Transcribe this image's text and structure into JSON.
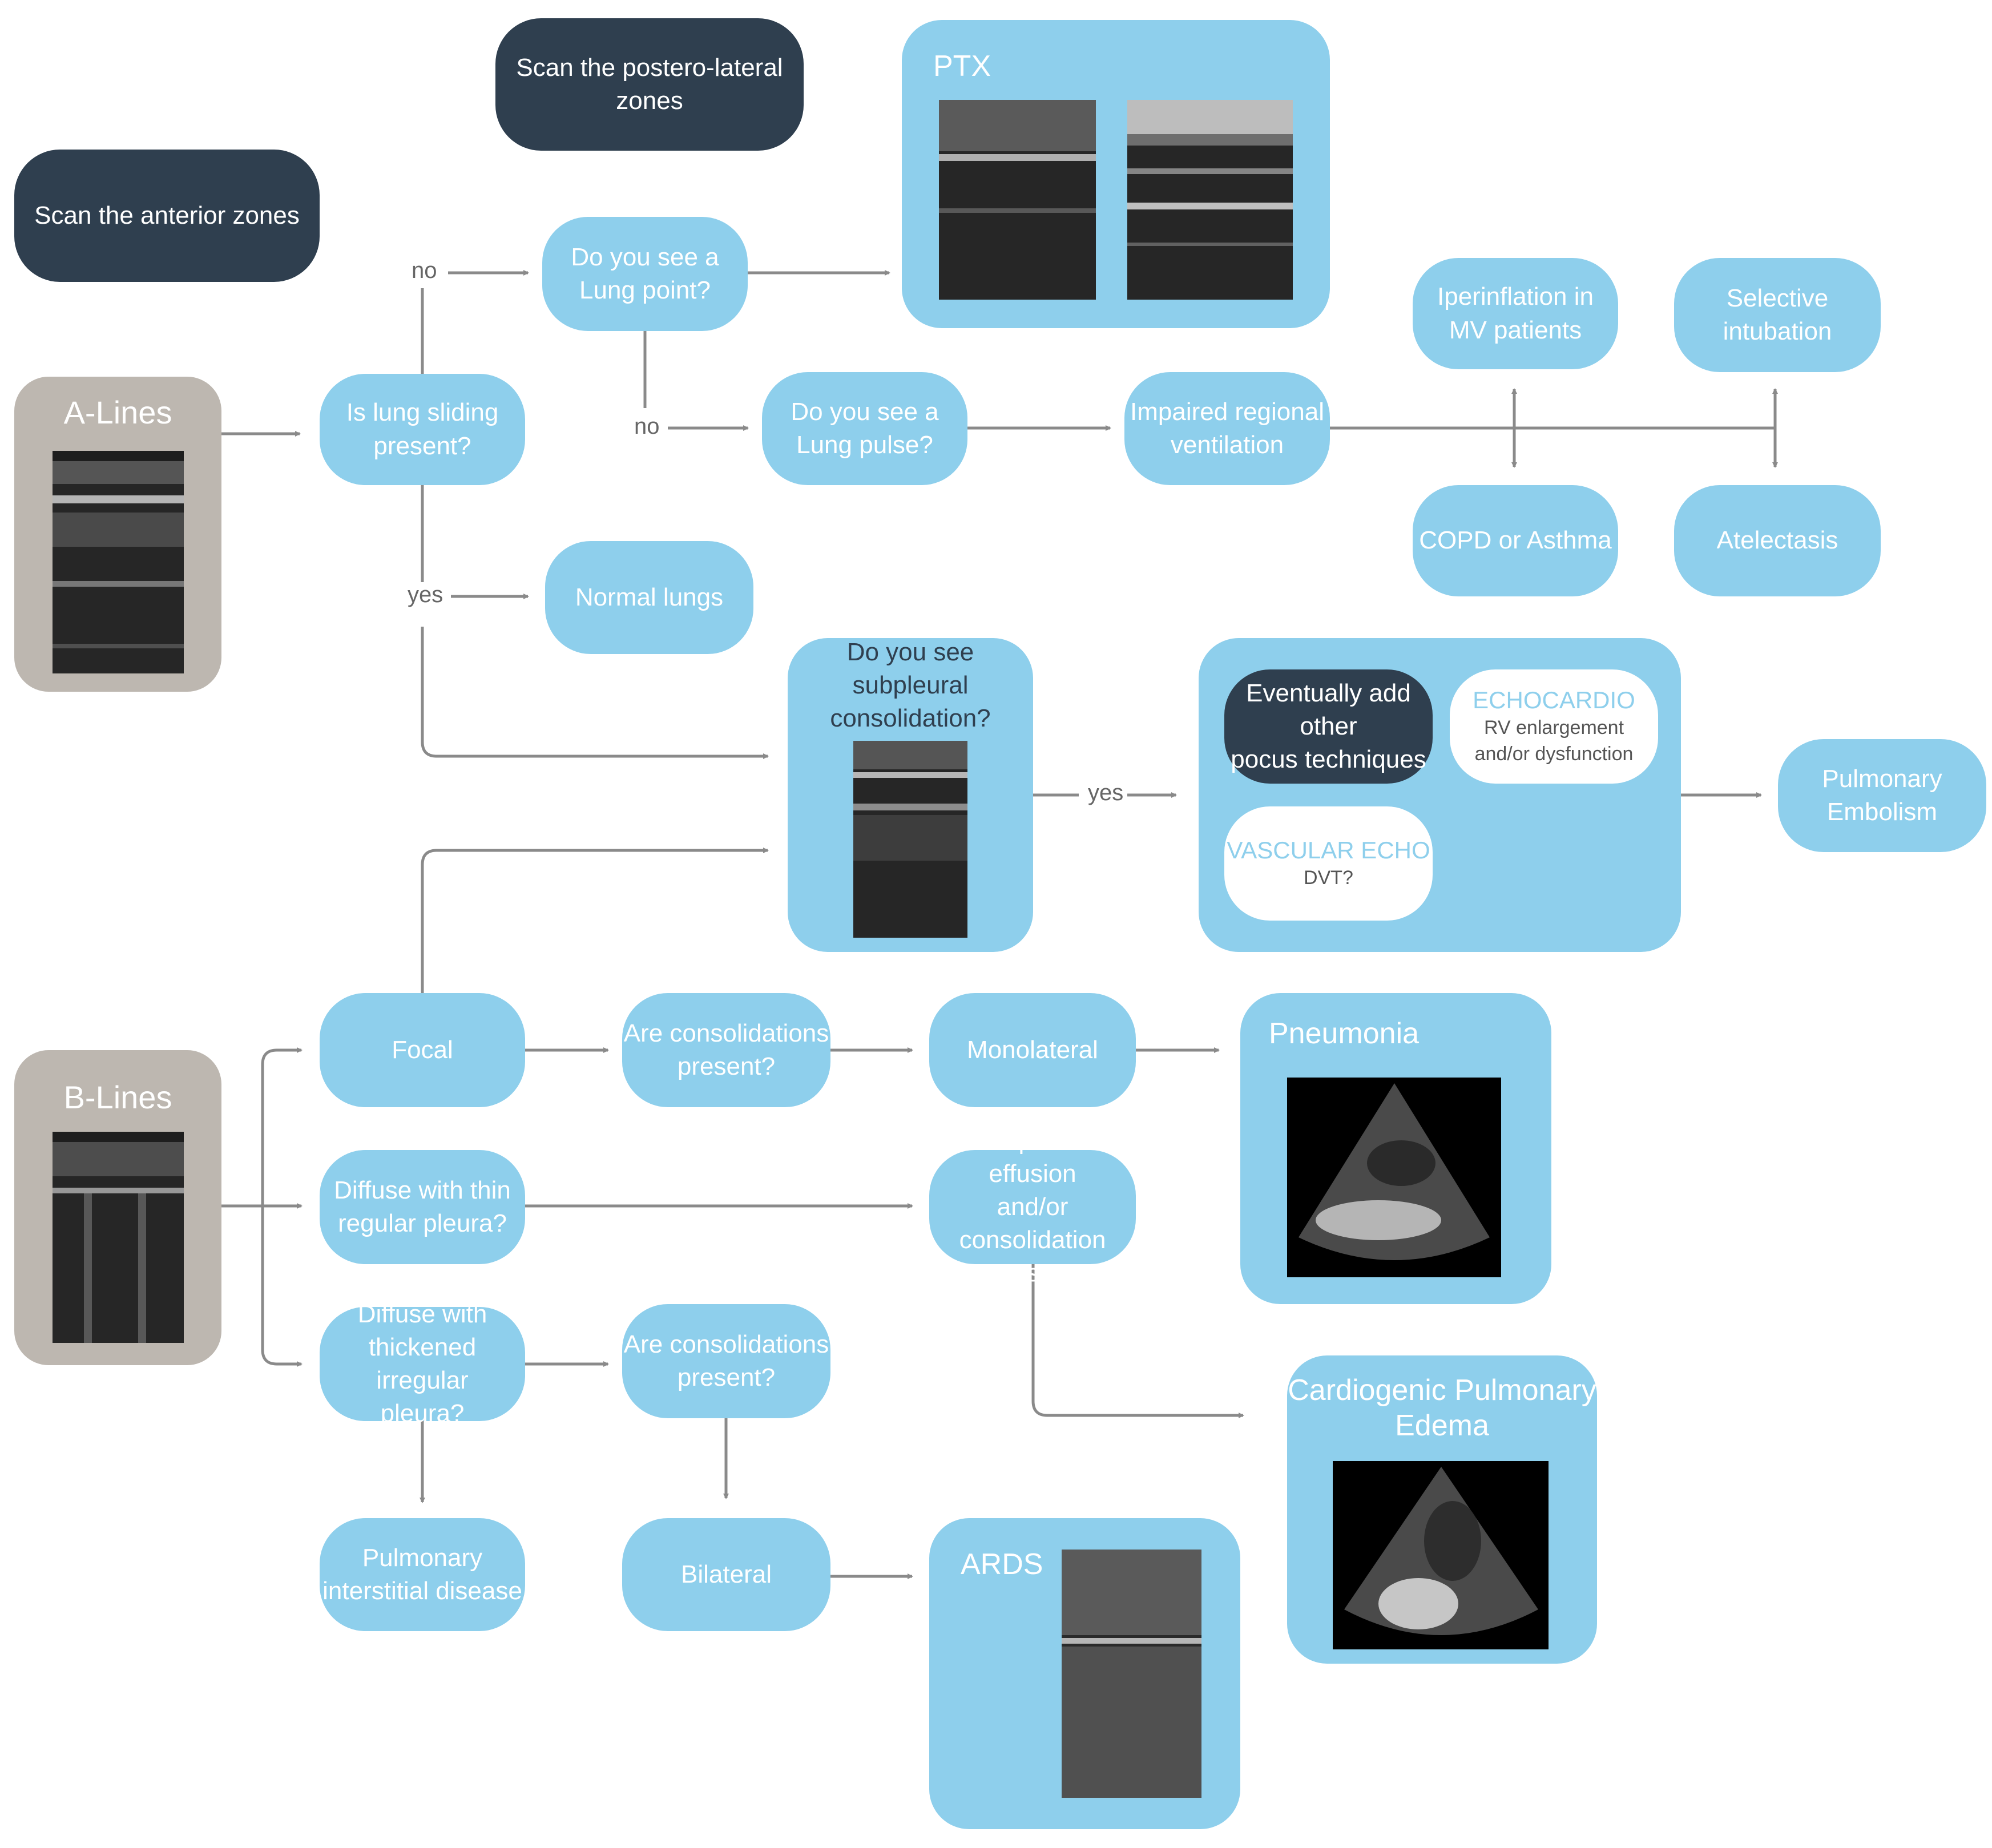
{
  "nodes": {
    "scan_anterior": "Scan the anterior zones",
    "scan_posterolateral": "Scan the postero-lateral\nzones",
    "a_lines": "A-Lines",
    "b_lines": "B-Lines",
    "lung_sliding": "Is lung sliding\npresent?",
    "lung_point": "Do you see a\nLung point?",
    "lung_pulse": "Do you see a\nLung pulse?",
    "normal_lungs": "Normal lungs",
    "impaired_ventilation": "Impaired regional\nventilation",
    "iperinflation": "Iperinflation in\nMV patients",
    "selective_intubation": "Selective\nintubation",
    "copd_asthma": "COPD or Asthma",
    "atelectasis": "Atelectasis",
    "ptx": "PTX",
    "subpleural": "Do you see subpleural\nconsolidation?",
    "pocus": "Eventually add other\npocus techniques",
    "echocardio_title": "ECHOCARDIO",
    "echocardio_sub": "RV enlargement\nand/or dysfunction",
    "vascular_title": "VASCULAR ECHO",
    "vascular_sub": "DVT?",
    "pulmonary_embolism": "Pulmonary\nEmbolism",
    "focal": "Focal",
    "consolidations_1": "Are consolidations\npresent?",
    "monolateral": "Monolateral",
    "pneumonia": "Pneumonia",
    "diffuse_thin": "Diffuse with thin\nregular pleura?",
    "pleural_effusion": "Are pleuric effusion\nand/or consolidation\npresent",
    "diffuse_thick": "Diffuse with\nthickened irregular\npleura?",
    "consolidations_2": "Are consolidations\npresent?",
    "cardiogenic_edema": "Cardiogenic Pulmonary\nEdema",
    "pulmonary_interstitial": "Pulmonary\ninterstitial disease",
    "bilateral": "Bilateral",
    "ards": "ARDS"
  },
  "edge_labels": {
    "no_1": "no",
    "no_2": "no",
    "yes_1": "yes",
    "yes_2": "yes"
  },
  "colors": {
    "box_blue": "#8ecfec",
    "box_dark": "#2f3f4f",
    "box_gray": "#bdb7b0",
    "arrow": "#8a8a8a"
  }
}
